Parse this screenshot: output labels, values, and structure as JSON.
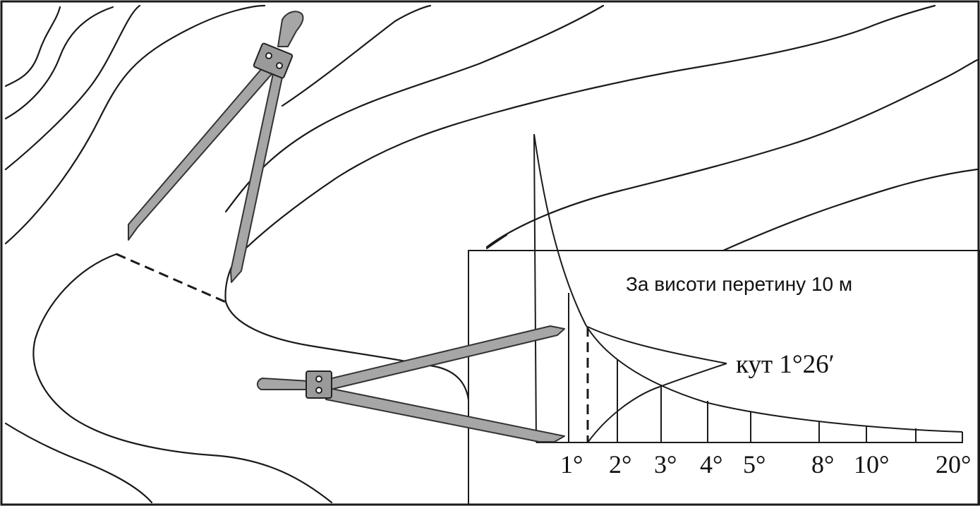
{
  "title": "",
  "legend": {
    "caption": "За висоти перетину 10 м",
    "angle_label": "кут 1°26′"
  },
  "scale": {
    "tick_labels": [
      "1°",
      "2°",
      "3°",
      "4°",
      "5°",
      "8°",
      "10°",
      "20°"
    ]
  },
  "icons": [
    "divider-compass-icon"
  ],
  "colors": {
    "line": "#1a1a1a",
    "compass_fill": "#a6a6a6",
    "background": "#ffffff"
  }
}
